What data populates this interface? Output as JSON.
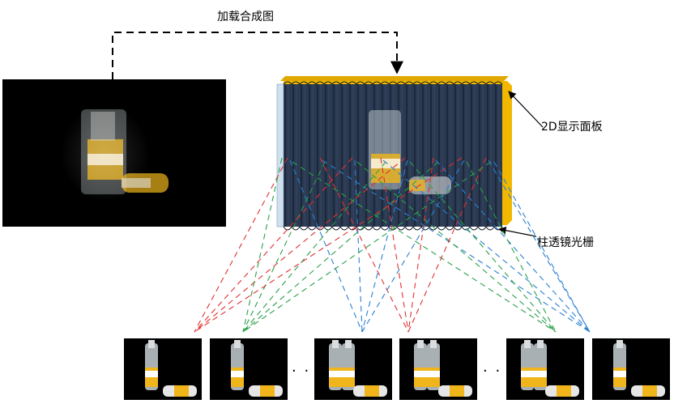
{
  "labels": {
    "load": "加载合成图",
    "panel": "2D显示面板",
    "lens": "柱透镜光栅"
  },
  "ellipsis": "· · ·",
  "colors": {
    "red_ray": "#e03030",
    "green_ray": "#2aa04a",
    "blue_ray": "#2a7fd0",
    "panel_dark": "#2b3a52",
    "panel_frame": "#f2b800",
    "bottle_yellow": "#f0b51a"
  }
}
